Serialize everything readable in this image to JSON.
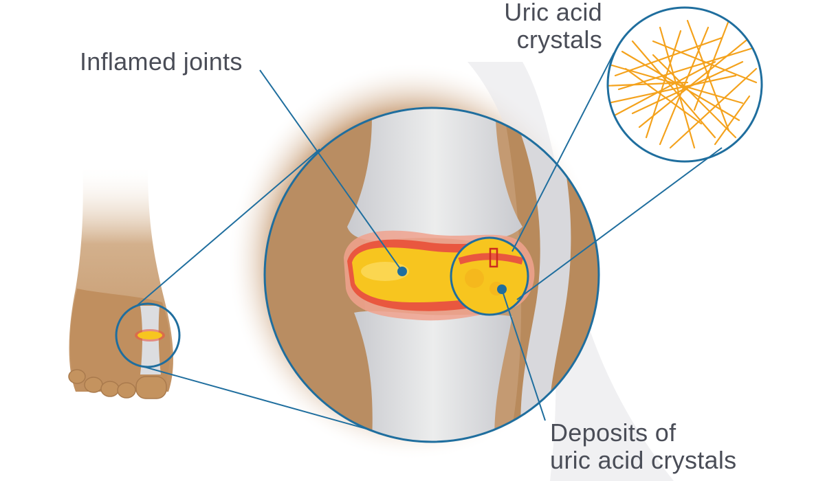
{
  "labels": {
    "inflamed_joints": "Inflamed joints",
    "uric_acid_crystals": [
      "Uric acid",
      "crystals"
    ],
    "deposits": [
      "Deposits of",
      "uric acid crystals"
    ]
  },
  "colors": {
    "leader_line": "#1f6e9e",
    "skin": "#c99b6e",
    "bone": "#dcdde0",
    "inflammation": "#e9573f",
    "synovial_fluid": "#f7c51f",
    "crystals": "#f4a21c",
    "text": "#4a4d57"
  }
}
